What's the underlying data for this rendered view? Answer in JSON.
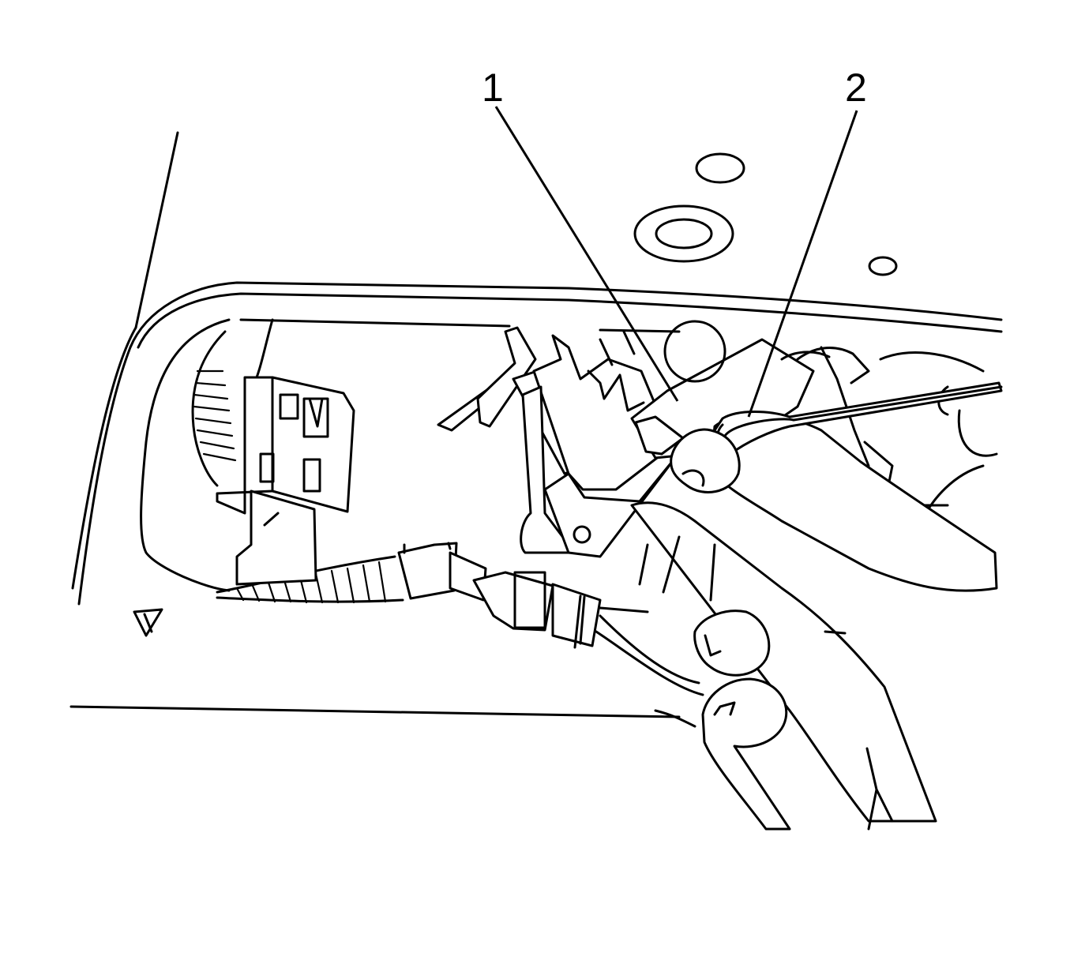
{
  "illustration": {
    "style": "black line art on white"
  },
  "callouts": [
    {
      "id": "1",
      "label": "1"
    },
    {
      "id": "2",
      "label": "2"
    }
  ]
}
